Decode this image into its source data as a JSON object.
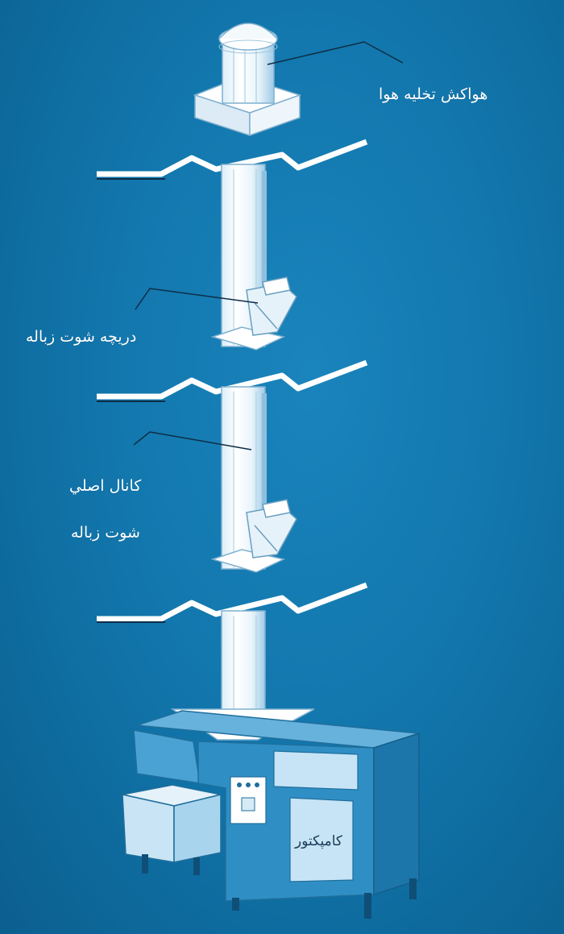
{
  "labels": {
    "exhaust_fan": "هواکش تخلیه هوا",
    "chute_door": "دریچه شوت زباله",
    "main_channel_line1": "کانال اصلي",
    "main_channel_line2": "شوت زباله",
    "compactor": "کامپکتور"
  },
  "colors": {
    "background": "#1277ad",
    "structure": "#ffffff",
    "outline": "#6a9fc0",
    "compactor_body": "#2f8fc4",
    "compactor_light": "#c6e4f5",
    "leader_line": "#0e2d45"
  }
}
